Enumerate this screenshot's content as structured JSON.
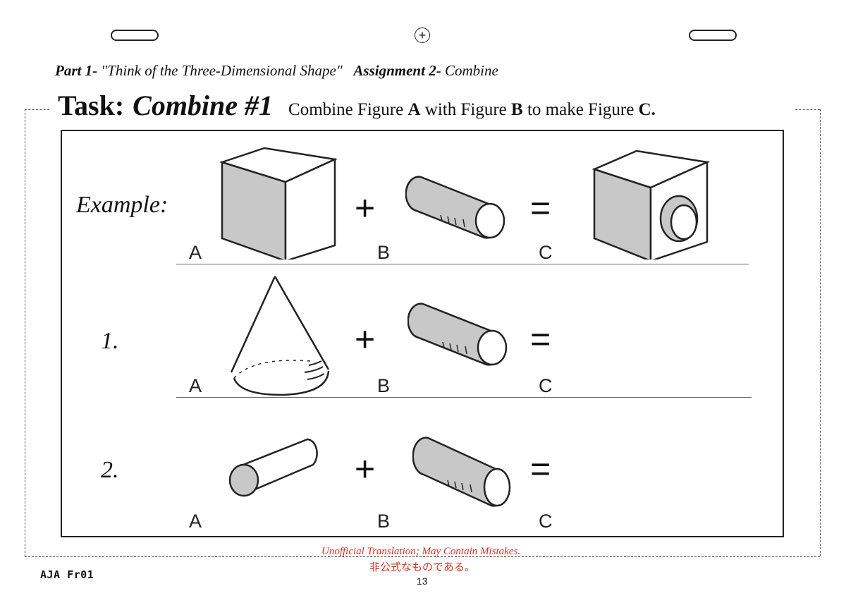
{
  "header": {
    "part_label": "Part 1-",
    "part_title": "\"Think of the Three-Dimensional Shape\"",
    "assignment_label": "Assignment 2-",
    "assignment_title": "Combine"
  },
  "task": {
    "prefix": "Task:",
    "name": "Combine #1",
    "instruction_1": "Combine Figure ",
    "fig_a": "A",
    "instruction_2": " with Figure ",
    "fig_b": "B",
    "instruction_3": " to make Figure ",
    "fig_c": "C."
  },
  "rows": [
    {
      "label": "Example:",
      "a": "A",
      "b": "B",
      "c": "C",
      "plus": "+",
      "equals": "=",
      "shape_a": "cube",
      "shape_b": "cylinder",
      "shape_c": "cube-with-hole"
    },
    {
      "label": "1.",
      "a": "A",
      "b": "B",
      "c": "C",
      "plus": "+",
      "equals": "=",
      "shape_a": "cone",
      "shape_b": "cylinder"
    },
    {
      "label": "2.",
      "a": "A",
      "b": "B",
      "c": "C",
      "plus": "+",
      "equals": "=",
      "shape_a": "long-cylinder",
      "shape_b": "cylinder"
    }
  ],
  "footer": {
    "disclaimer_en": "Unofficial Translation; May Contain Mistakes.",
    "disclaimer_jp": "非公式なものである。",
    "page_number": "13",
    "code": "AJA Fr01"
  },
  "colors": {
    "shade": "#c8c8c8",
    "ink": "#222222",
    "accent_red": "#d83020"
  }
}
